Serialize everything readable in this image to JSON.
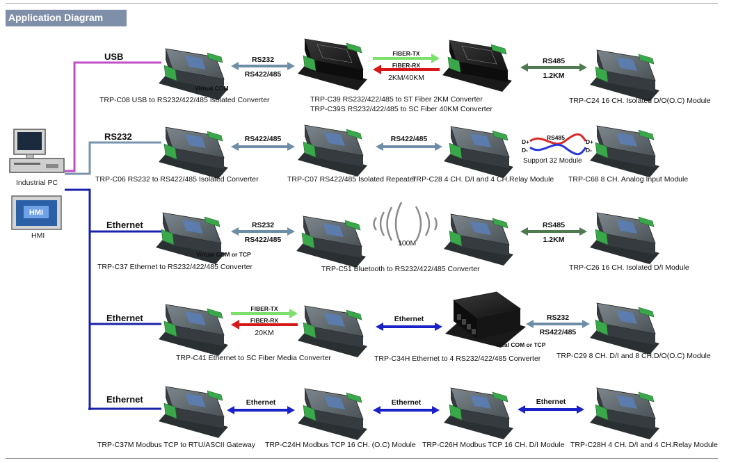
{
  "header": {
    "title": "Application Diagram"
  },
  "hosts": {
    "pc_label": "Industrial PC",
    "hmi_label": "HMI",
    "hmi_screen": "HMI"
  },
  "buses": [
    {
      "id": "usb",
      "label": "USB",
      "color": "#c04ec4"
    },
    {
      "id": "rs232",
      "label": "RS232",
      "color": "#7893aa"
    },
    {
      "id": "eth1",
      "label": "Ethernet",
      "color": "#1a21a8"
    },
    {
      "id": "eth2",
      "label": "Ethernet",
      "color": "#1a21a8"
    },
    {
      "id": "eth3",
      "label": "Ethernet",
      "color": "#1a21a8"
    }
  ],
  "devices": [
    {
      "id": "c08",
      "style": "gray",
      "caption": "TRP-C08 USB to RS232/422/485 Isolated Converter"
    },
    {
      "id": "c39a",
      "style": "black",
      "caption": "TRP-C39  RS232/422/485 to ST Fiber 2KM Converter"
    },
    {
      "id": "c39b",
      "style": "black",
      "caption": "TRP-C39S RS232/422/485 to SC Fiber 40KM Converter"
    },
    {
      "id": "c24",
      "style": "gray",
      "caption": "TRP-C24 16 CH. Isolated D/O(O.C) Module"
    },
    {
      "id": "c06",
      "style": "gray",
      "caption": "TRP-C06 RS232 to RS422/485 Isolated Converter"
    },
    {
      "id": "c07",
      "style": "gray",
      "caption": "TRP-C07 RS422/485 Isolated Repeater"
    },
    {
      "id": "c28",
      "style": "gray",
      "caption": "TRP-C28 4 CH. D/I and 4 CH.Relay Module"
    },
    {
      "id": "c68",
      "style": "gray",
      "caption": "TRP-C68 8 CH. Analog Input Module"
    },
    {
      "id": "c37",
      "style": "gray",
      "caption": "TRP-C37 Ethernet to RS232/422/485 Converter"
    },
    {
      "id": "c51a",
      "style": "gray",
      "caption": "TRP-C51 Bluetooth to RS232/422/485 Converter"
    },
    {
      "id": "c51b",
      "style": "gray",
      "caption": ""
    },
    {
      "id": "c26",
      "style": "gray",
      "caption": "TRP-C26 16 CH. Isolated D/I Module"
    },
    {
      "id": "c41a",
      "style": "gray",
      "caption": "TRP-C41 Ethernet to SC Fiber Media Converter"
    },
    {
      "id": "c41b",
      "style": "gray",
      "caption": ""
    },
    {
      "id": "c34h",
      "style": "black",
      "caption": "TRP-C34H Ethernet to 4 RS232/422/485 Converter"
    },
    {
      "id": "c29",
      "style": "gray",
      "caption": "TRP-C29 8 CH. D/I and 8 CH.D/O(O.C) Module"
    },
    {
      "id": "c37m",
      "style": "gray",
      "caption": "TRP-C37M Modbus TCP to RTU/ASCII Gateway"
    },
    {
      "id": "c24h",
      "style": "gray",
      "caption": "TRP-C24H Modbus TCP 16 CH.  (O.C) Module"
    },
    {
      "id": "c26h",
      "style": "gray",
      "caption": "TRP-C26H Modbus TCP 16 CH. D/I Module"
    },
    {
      "id": "c28h",
      "style": "gray",
      "caption": "TRP-C28H 4 CH. D/I and 4 CH.Relay Module"
    }
  ],
  "links": [
    {
      "id": "r1a",
      "type": "bi",
      "color": "#6e8ea8",
      "labels": [
        "RS232",
        "RS422/485"
      ]
    },
    {
      "id": "r1b",
      "type": "fiber",
      "labels": [
        "FIBER-TX",
        "FIBER-RX",
        "2KM/40KM"
      ]
    },
    {
      "id": "r1c",
      "type": "bi",
      "color": "#4f7a50",
      "labels": [
        "RS485",
        "1.2KM"
      ]
    },
    {
      "id": "r2a",
      "type": "bi",
      "color": "#6e8ea8",
      "labels": [
        "RS422/485"
      ]
    },
    {
      "id": "r2b",
      "type": "bi",
      "color": "#6e8ea8",
      "labels": [
        "RS422/485"
      ]
    },
    {
      "id": "r3a",
      "type": "bi",
      "color": "#6e8ea8",
      "labels": [
        "RS232",
        "RS422/485"
      ]
    },
    {
      "id": "r3c",
      "type": "bi",
      "color": "#4f7a50",
      "labels": [
        "RS485",
        "1.2KM"
      ]
    },
    {
      "id": "r4a",
      "type": "fiber",
      "labels": [
        "FIBER-TX",
        "FIBER-RX",
        "20KM"
      ]
    },
    {
      "id": "r4b",
      "type": "bi",
      "color": "#1a21c8",
      "labels": [
        "Ethernet"
      ]
    },
    {
      "id": "r4c",
      "type": "bi",
      "color": "#6e8ea8",
      "labels": [
        "RS232",
        "RS422/485"
      ]
    },
    {
      "id": "r5a",
      "type": "bi",
      "color": "#1a21c8",
      "labels": [
        "Ethernet"
      ]
    },
    {
      "id": "r5b",
      "type": "bi",
      "color": "#1a21c8",
      "labels": [
        "Ethernet"
      ]
    },
    {
      "id": "r5c",
      "type": "bi",
      "color": "#1a21c8",
      "labels": [
        "Ethernet"
      ]
    }
  ],
  "notes": {
    "virtual_com": "Virtual COM",
    "virtual_com_tcp": "Virtual COM or TCP",
    "real_com_tcp": "Real COM or TCP",
    "bluetooth_range": "100M",
    "support": "Support 32 Module",
    "twisted_label": "RS485",
    "d_plus": "D+",
    "d_minus": "D-"
  },
  "colors": {
    "accent": "#7f8fa9",
    "device_body": "#4a5256",
    "terminal": "#3aa84a",
    "fiber_tx": "#7de06a",
    "fiber_rx": "#d81818"
  }
}
